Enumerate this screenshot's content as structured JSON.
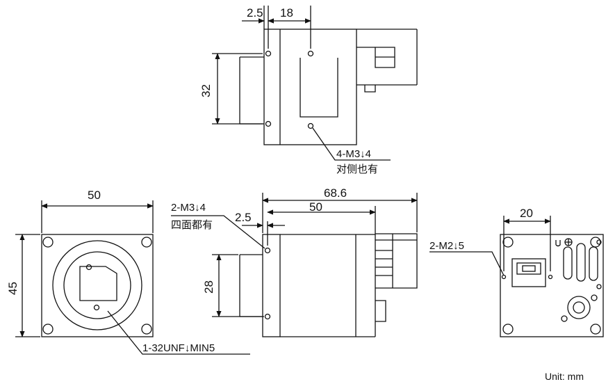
{
  "top_view": {
    "dim_2_5": "2.5",
    "dim_18": "18",
    "dim_32": "32",
    "thread_note": "4-M3↓4",
    "thread_note_sub": "对侧也有"
  },
  "front_view": {
    "dim_50": "50",
    "dim_45": "45",
    "mount_note": "1-32UNF↓MIN5"
  },
  "side_view": {
    "thread_note": "2-M3↓4",
    "thread_note_sub": "四面都有",
    "dim_2_5": "2.5",
    "dim_68_6": "68.6",
    "dim_50": "50",
    "dim_28": "28"
  },
  "rear_view": {
    "dim_20": "20",
    "thread_note": "2-M2↓5"
  },
  "unit_label": "Unit: mm",
  "colors": {
    "line": "#111111",
    "background": "#ffffff"
  }
}
